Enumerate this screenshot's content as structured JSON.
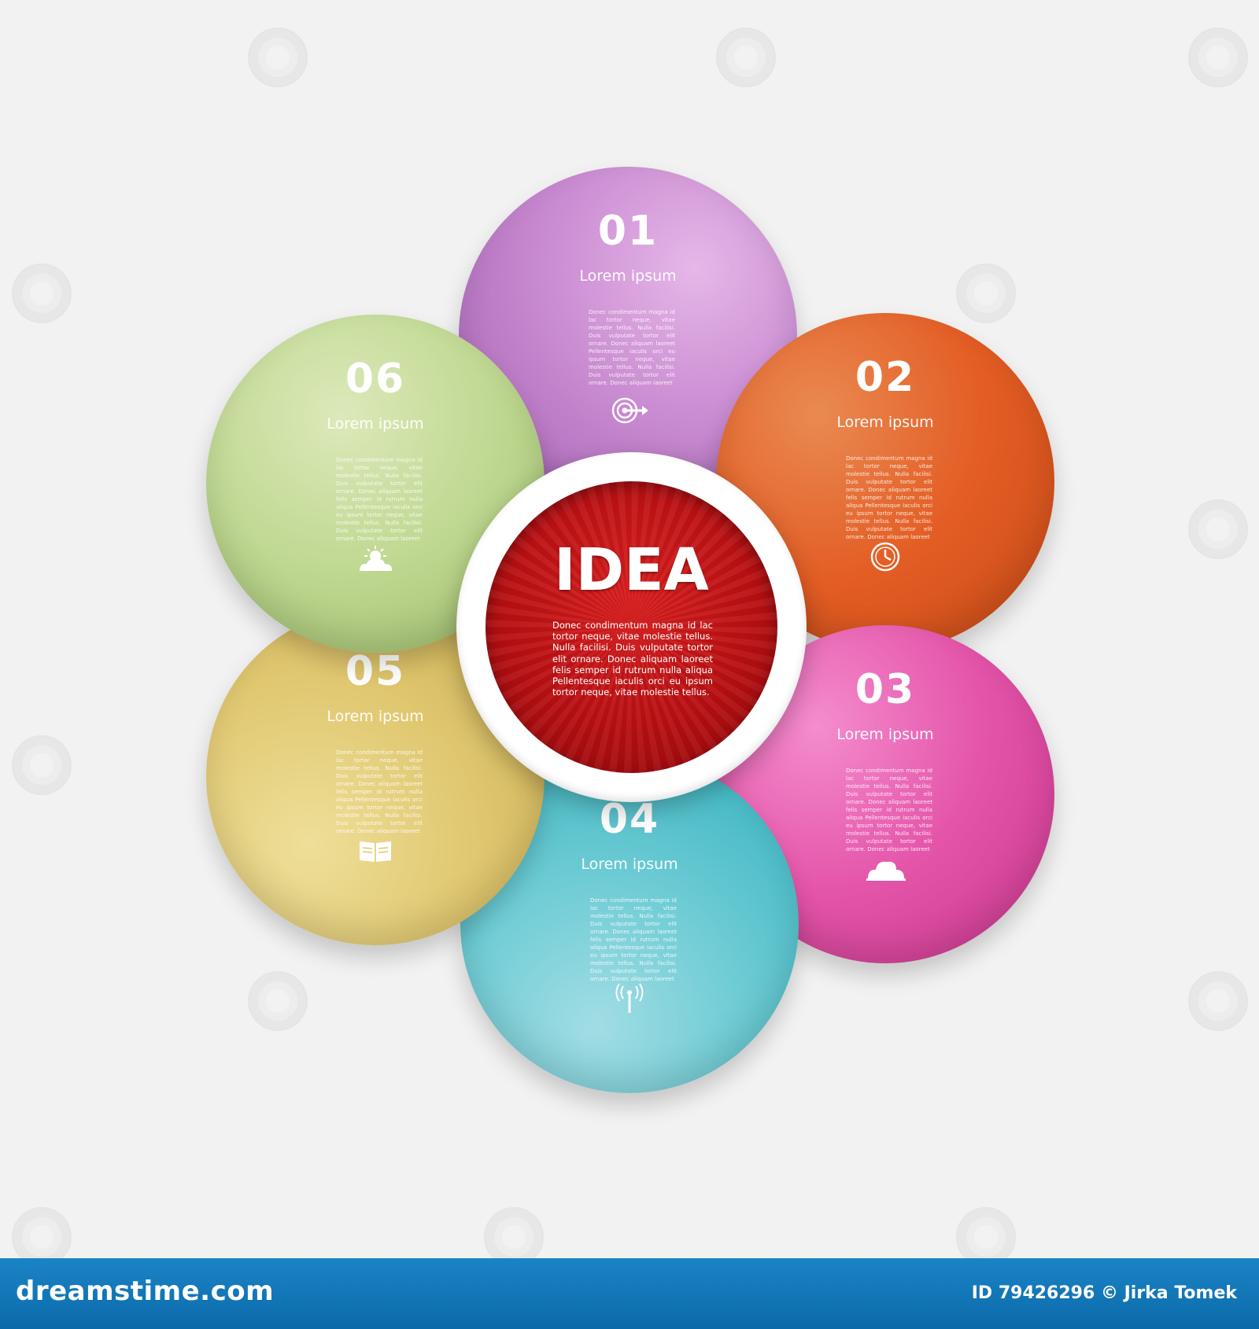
{
  "center": {
    "title": "IDEA",
    "body": "Donec condimentum magna id lac tortor neque, vitae molestie tellus. Nulla facilisi. Duis vulputate tortor elit ornare. Donec aliquam laoreet felis semper id rutrum nulla aliqua Pellentesque iaculis orci eu ipsum tortor neque, vitae molestie tellus."
  },
  "petals": [
    {
      "number": "01",
      "title": "Lorem ipsum",
      "body": "Donec condimentum magna id lac tortor neque, vitae molestie tellus. Nulla facilisi. Duis vulputate tortor elit ornare. Donec aliquam laoreet Pellentesque iaculis orci eu ipsum tortor neque, vitae molestie tellus. Nulla facilisi. Duis vulputate tortor elit ornare. Donec aliquam laoreet",
      "icon": "target-icon",
      "color": "#c98bd1"
    },
    {
      "number": "02",
      "title": "Lorem ipsum",
      "body": "Donec condimentum magna id lac tortor neque, vitae molestie tellus. Nulla facilisi. Duis vulputate tortor elit ornare. Donec aliquam laoreet felis semper id rutrum nulla aliqua Pellentesque iaculis orci eu ipsum tortor neque, vitae molestie tellus. Nulla facilisi. Duis vulputate tortor elit ornare. Donec aliquam laoreet",
      "icon": "clock-icon",
      "color": "#e35d24"
    },
    {
      "number": "03",
      "title": "Lorem ipsum",
      "body": "Donec condimentum magna id lac tortor neque, vitae molestie tellus. Nulla facilisi. Duis vulputate tortor elit ornare. Donec aliquam laoreet felis semper id rutrum nulla aliqua Pellentesque iaculis orci eu ipsum tortor neque, vitae molestie tellus. Nulla facilisi. Duis vulputate tortor elit ornare. Donec aliquam laoreet",
      "icon": "cloud-icon",
      "color": "#e454a9"
    },
    {
      "number": "04",
      "title": "Lorem ipsum",
      "body": "Donec condimentum magna id lac tortor neque, vitae molestie tellus. Nulla facilisi. Duis vulputate tortor elit ornare. Donec aliquam laoreet felis semper id rutrum nulla aliqua Pellentesque iaculis orci eu ipsum tortor neque, vitae molestie tellus. Nulla facilisi. Duis vulputate tortor elit ornare. Donec aliquam laoreet",
      "icon": "antenna-icon",
      "color": "#6ccbd4"
    },
    {
      "number": "05",
      "title": "Lorem ipsum",
      "body": "Donec condimentum magna id lac tortor neque, vitae molestie tellus. Nulla facilisi. Duis vulputate tortor elit ornare. Donec aliquam laoreet felis semper id rutrum nulla aliqua Pellentesque iaculis orci eu ipsum tortor neque, vitae molestie tellus. Nulla facilisi. Duis vulputate tortor elit ornare. Donec aliquam laoreet",
      "icon": "book-icon",
      "color": "#e0c770"
    },
    {
      "number": "06",
      "title": "Lorem ipsum",
      "body": "Donec condimentum magna id lac tortor neque, vitae molestie tellus. Nulla facilisi. Duis vulputate tortor elit ornare. Donec aliquam laoreet felis semper id rutrum nulla aliqua Pellentesque iaculis orci eu ipsum tortor neque, vitae molestie tellus. Nulla facilisi. Duis vulputate tortor elit ornare. Donec aliquam laoreet",
      "icon": "sun-cloud-icon",
      "color": "#bfd891"
    }
  ],
  "footer": {
    "brand": "dreamstime.com",
    "credit": "ID 79426296 © Jirka Tomek"
  }
}
